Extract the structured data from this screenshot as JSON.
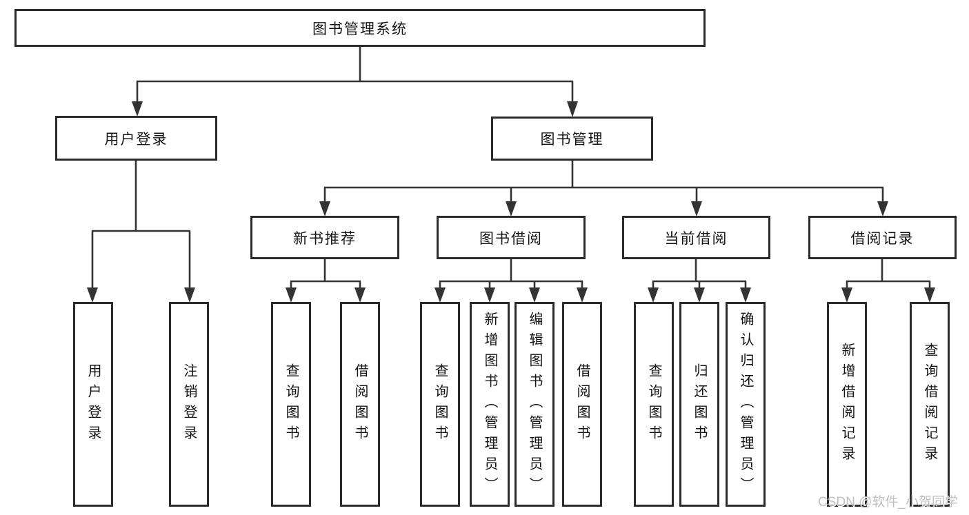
{
  "diagram": {
    "title": "图书管理系统",
    "root": {
      "label": "图书管理系统"
    },
    "level2": [
      {
        "label": "用户登录"
      },
      {
        "label": "图书管理"
      }
    ],
    "level3": [
      {
        "label": "新书推荐"
      },
      {
        "label": "图书借阅"
      },
      {
        "label": "当前借阅"
      },
      {
        "label": "借阅记录"
      }
    ],
    "leaves": [
      {
        "label": "用户登录",
        "parent": "用户登录"
      },
      {
        "label": "注销登录",
        "parent": "用户登录"
      },
      {
        "label": "查询图书",
        "parent": "新书推荐"
      },
      {
        "label": "借阅图书",
        "parent": "新书推荐"
      },
      {
        "label": "查询图书",
        "parent": "图书借阅"
      },
      {
        "label": "新增图书（管理员）",
        "parent": "图书借阅"
      },
      {
        "label": "编辑图书（管理员）",
        "parent": "图书借阅"
      },
      {
        "label": "借阅图书",
        "parent": "图书借阅"
      },
      {
        "label": "查询图书",
        "parent": "当前借阅"
      },
      {
        "label": "归还图书",
        "parent": "当前借阅"
      },
      {
        "label": "确认归还（管理员）",
        "parent": "当前借阅"
      },
      {
        "label": "新增借阅记录",
        "parent": "借阅记录"
      },
      {
        "label": "查询借阅记录",
        "parent": "借阅记录"
      }
    ]
  },
  "watermark": {
    "text": "CSDN @软件_小贺同学"
  },
  "colors": {
    "background": "#ffffff",
    "box_border": "#2b2b2b",
    "connector": "#333333",
    "text": "#141414",
    "watermark": "#c0c0c0"
  }
}
